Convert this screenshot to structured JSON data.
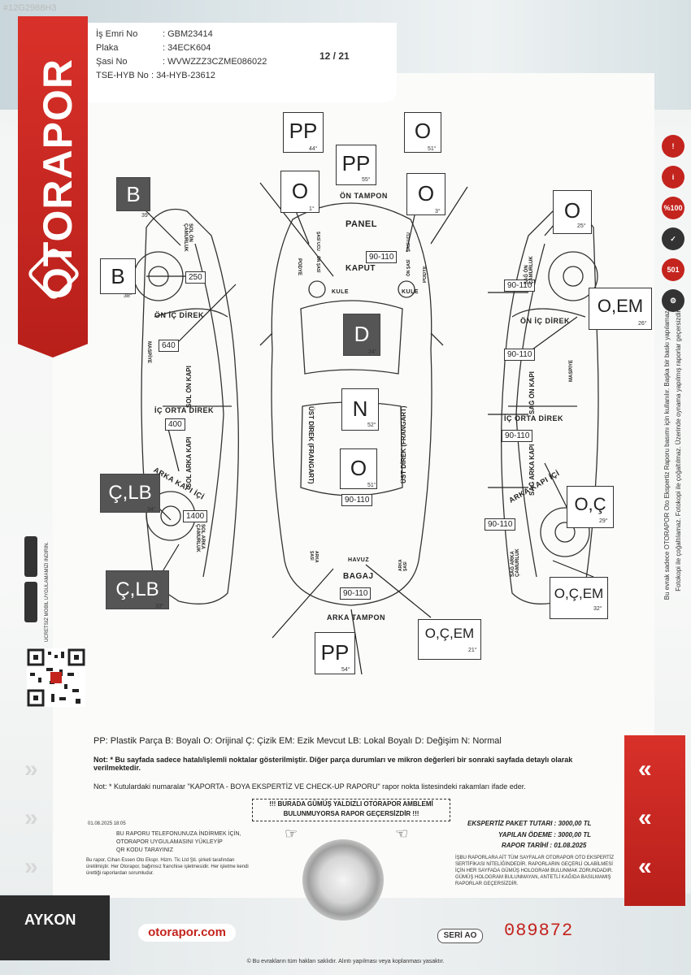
{
  "corner_tag": "#12G2988H3",
  "header": {
    "rows": [
      {
        "label": "İş Emri No",
        "value": ": GBM23414"
      },
      {
        "label": "Plaka",
        "value": ": 34ECK604"
      },
      {
        "label": "Şasi No",
        "value": ": WVWZZZ3CZME086022"
      },
      {
        "label": "TSE-HYB No",
        "value": ": 34-HYB-23612"
      }
    ],
    "page": "12 / 21"
  },
  "brand": "OTORAPOR",
  "boxes": [
    {
      "id": "sol-on-camurluk",
      "text": "B",
      "deg": "39°",
      "dark": true
    },
    {
      "id": "sol-on-kapi",
      "text": "B",
      "deg": "38°",
      "dark": false
    },
    {
      "id": "sol-arka-kapi",
      "text": "Ç,LB",
      "deg": "34°",
      "dark": true
    },
    {
      "id": "sol-arka-camurluk",
      "text": "Ç,LB",
      "deg": "33°",
      "dark": true
    },
    {
      "id": "on-tampon-sol",
      "text": "PP",
      "deg": "44°",
      "dark": false
    },
    {
      "id": "on-tampon-orta",
      "text": "PP",
      "deg": "55°",
      "dark": false
    },
    {
      "id": "on-tampon-sag",
      "text": "O",
      "deg": "51°",
      "dark": false
    },
    {
      "id": "sol-far",
      "text": "O",
      "deg": "1°",
      "dark": false
    },
    {
      "id": "sag-far",
      "text": "O",
      "deg": "3°",
      "dark": false
    },
    {
      "id": "kaput",
      "text": "D",
      "deg": "24°",
      "dark": true
    },
    {
      "id": "tavan",
      "text": "N",
      "deg": "52°",
      "dark": false
    },
    {
      "id": "bagaj-kapagi",
      "text": "O",
      "deg": "51°",
      "dark": false
    },
    {
      "id": "arka-tampon",
      "text": "PP",
      "deg": "54°",
      "dark": false
    },
    {
      "id": "bagaj",
      "text": "O,Ç,EM",
      "deg": "21°",
      "dark": false
    },
    {
      "id": "sag-on-camurluk",
      "text": "O",
      "deg": "25°",
      "dark": false
    },
    {
      "id": "sag-on-kapi",
      "text": "O,EM",
      "deg": "26°",
      "dark": false
    },
    {
      "id": "sag-arka-kapi",
      "text": "O,Ç",
      "deg": "29°",
      "dark": false
    },
    {
      "id": "sag-arka-camurluk",
      "text": "O,Ç,EM",
      "deg": "32°",
      "dark": false
    }
  ],
  "measurements": {
    "sol_on_camurluk": "250",
    "sol_on_kapi": "640",
    "sol_arka_kapi": "400",
    "sol_arka_camurluk": "1400",
    "kaput": "90-110",
    "bagaj_kapagi": "90-110",
    "arka_tampon": "90-110",
    "sag_on_camurluk": "90-110",
    "sag_on_kapi": "90-110",
    "sag_arka_kapi": "90-110",
    "sag_arka_camurluk": "90-110"
  },
  "part_labels": {
    "on_tampon": "ÖN TAMPON",
    "panel": "PANEL",
    "kaput": "KAPUT",
    "bagaj": "BAGAJ",
    "arka_tampon": "ARKA TAMPON",
    "on_ic_direk_l": "ÖN İÇ DİREK",
    "ic_orta_direk_l": "İÇ ORTA DİREK",
    "arka_kapi_ici_l": "ARKA KAPI İÇİ",
    "on_ic_direk_r": "ÖN İÇ DİREK",
    "ic_orta_direk_r": "İÇ ORTA DİREK",
    "arka_kapi_ici_r": "ARKA KAPI İÇİ",
    "sol_on_kapi": "SOL ÖN KAPI",
    "sol_arka_kapi": "SOL ARKA KAPI",
    "sag_on_kapi": "SAĞ ÖN KAPI",
    "sag_arka_kapi": "SAĞ ARKA KAPI",
    "kule_l": "KULE",
    "kule_r": "KULE",
    "havuz": "HAVUZ",
    "ust_direk_l": "ÜST DİREK (FRANGART)",
    "ust_direk_r": "ÜST DİREK (FRANGART)",
    "sol_on_camurluk": "SOL ÖN ÇAMURLUK",
    "sol_arka_camurluk": "SOL ARKA ÇAMURLUK",
    "sag_on_camurluk": "SAĞ ÖN ÇAMURLUK",
    "sag_arka_camurluk": "SAĞ ARKA ÇAMURLUK",
    "maspiye_l": "MASPİYE",
    "maspiye_r": "MASPİYE",
    "podye_l": "PODYE",
    "podye_r": "PODYE",
    "sasi_ucu_l": "ŞASİ UCU",
    "sasi_ucu_r": "ŞASİ UCU",
    "on_sasi_l": "ÖN ŞASİ",
    "on_sasi_r": "ÖN ŞASİ",
    "arka_sasi_l": "ARKA ŞASİ",
    "arka_sasi_r": "ARKA ŞASİ"
  },
  "legend": "PP: Plastik Parça B: Boyalı O: Orijinal Ç: Çizik EM: Ezik Mevcut LB: Lokal Boyalı D: Değişim N: Normal",
  "note1": "Not: * Bu sayfada sadece hatalı/işlemli noktalar gösterilmiştir. Diğer parça durumları ve mikron değerleri bir sonraki sayfada detaylı olarak verilmektedir.",
  "note2": "Not: * Kutulardaki numaralar \"KAPORTA - BOYA EKSPERTİZ VE CHECK-UP RAPORU\" rapor nokta listesindeki rakamları ifade eder.",
  "warning": [
    "!!! BURADA GÜMÜŞ YALDIZLI OTORAPOR AMBLEMİ",
    "BULUNMUYORSA RAPOR GEÇERSİZDİR !!!"
  ],
  "financial": [
    {
      "label": "EKSPERTİZ PAKET TUTARI :",
      "value": "3000,00 TL"
    },
    {
      "label": "YAPILAN ÖDEME :",
      "value": "3000,00 TL"
    },
    {
      "label": "RAPOR TARİHİ :",
      "value": "01.08.2025"
    }
  ],
  "disclaimer_right": "İŞBU RAPORLARA AİT TÜM SAYFALAR OTORAPOR OTO EKSPERTİZ SERTİFİKASI NİTELİĞİNDEDİR. RAPORLARIN GEÇERLİ OLABİLMESİ İÇİN HER SAYFADA GÜMÜŞ HOLOGRAM BULUNMAK ZORUNDADIR. GÜMÜŞ HOLOGRAM BULUNMAYAN, ANTETLİ KAĞIDA BASILMAMIŞ RAPORLAR GEÇERSİZDİR.",
  "timestamp": "01.08.2025 18:05",
  "app_promo": [
    "BU RAPORU TELEFONUNUZA İNDİRMEK İÇİN,",
    "OTORAPOR UYGULAMASINI YÜKLEYİP",
    "QR KODU TARAYINIZ"
  ],
  "issuer": "Bu rapor, Cihan Essen Oto Ekspr. Hizm. Tic Ltd Şti. şirketi tarafından üretilmiştir. Her Otorapor, bağımsız franchise işletmesidir. Her işletme kendi ürettiği raporlardan sorumludur.",
  "url": "otorapor.com",
  "serial_label": "SERİ AO",
  "serial_no": "089872",
  "copyright": "© Bu evrakların tüm hakları saklıdır. Alıntı yapılması veya koplanması yasaktır.",
  "watermark": "AYKON",
  "side_text": [
    "Bu evrak sadece OTORAPOR Oto Ekspertiz Raporu basımı için kullanılır. Başka bir baskı yapılamaz.",
    "Fotokopi ile çoğaltılamaz. Fotokopi ile çoğaltılmaz. Üzerinde oynama yapılmış raporlar geçersizdir."
  ],
  "app_text": "ÜCRETSİZ MOBİL UYGULAMAMIZI İNDİRİN.",
  "badges": [
    "!",
    "i",
    "%100",
    "✓",
    "501",
    "⚙"
  ],
  "colors": {
    "brand_red": "#c4241e",
    "dark_box": "#555555"
  }
}
